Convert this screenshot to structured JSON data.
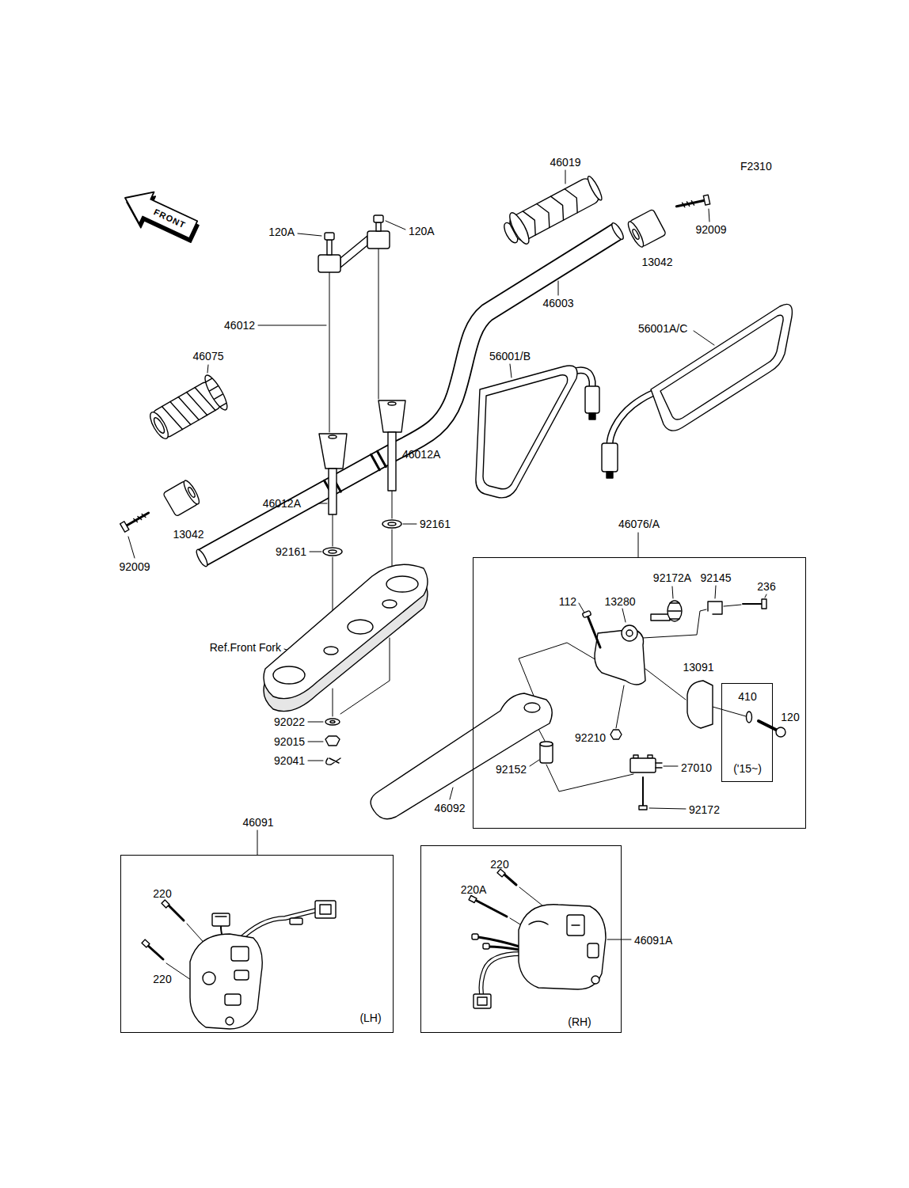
{
  "diagram": {
    "nodes": [
      {
        "text": [
          "46076/A"
        ]
      },
      {
        "text": [
          "410",
          "('15~)"
        ],
        "in": 0
      },
      {
        "text": [
          "46091",
          "(LH)"
        ]
      },
      {
        "text": [
          "46091A",
          "(RH)"
        ]
      }
    ],
    "labels": [
      "F2310",
      "FRONT",
      "46019",
      "120A",
      "120A",
      "92009",
      "13042",
      "46003",
      "46012",
      "56001A/C",
      "56001/B",
      "46075",
      "46012A",
      "46012A",
      "92161",
      "92161",
      "13042",
      "92009",
      "Ref.Front Fork",
      "92022",
      "92015",
      "92041",
      "112",
      "13280",
      "92172A",
      "92145",
      "236",
      "13091",
      "120",
      "92210",
      "92152",
      "27010",
      "92172",
      "46092",
      "220",
      "220",
      "220",
      "220A"
    ]
  }
}
